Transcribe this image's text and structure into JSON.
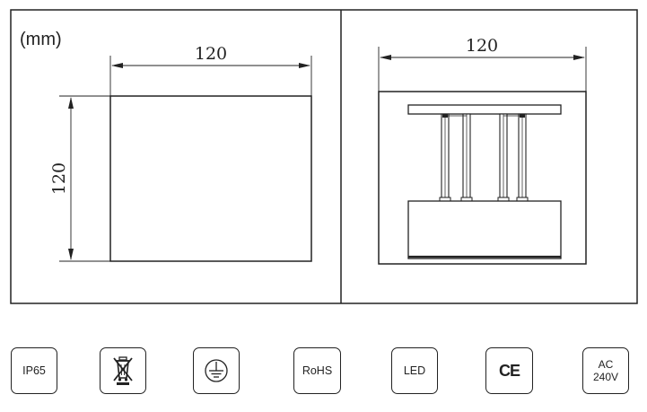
{
  "drawing": {
    "unit_label": "(mm)",
    "front_width_label": "120",
    "front_height_label": "120",
    "side_width_label": "120"
  },
  "badges": [
    {
      "id": "ip65",
      "text": "IP65"
    },
    {
      "id": "weee",
      "icon": "crossed-out-bin-icon"
    },
    {
      "id": "earth",
      "icon": "earth-ground-icon"
    },
    {
      "id": "rohs",
      "text": "RoHS"
    },
    {
      "id": "led",
      "text": "LED"
    },
    {
      "id": "ce",
      "text": "CE"
    },
    {
      "id": "voltage",
      "line1": "AC",
      "line2": "240V"
    }
  ]
}
